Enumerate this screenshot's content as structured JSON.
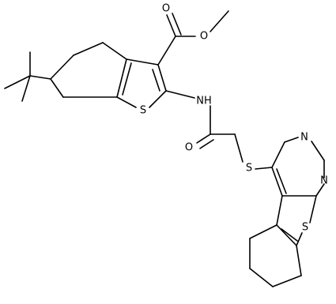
{
  "molecule": {
    "atom_labels": {
      "o_carbonyl": "O",
      "o_ester": "O",
      "nh": "NH",
      "s_thiophene_left": "S",
      "o_amide": "O",
      "s_thioether": "S",
      "n_upper": "N",
      "n_lower": "N",
      "s_thiophene_right": "S"
    }
  },
  "colors": {
    "bond": "#000000",
    "label": "#000000",
    "background": "#ffffff"
  }
}
